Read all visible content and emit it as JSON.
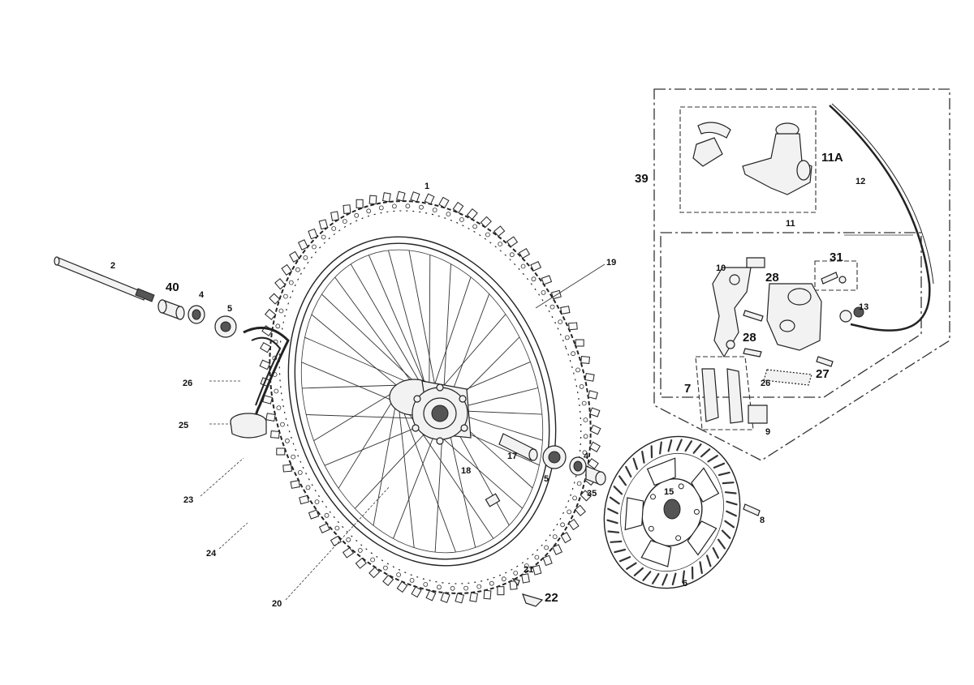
{
  "labels": [
    {
      "id": "l1",
      "text": "1"
    },
    {
      "id": "l2",
      "text": "2"
    },
    {
      "id": "l40",
      "text": "40"
    },
    {
      "id": "l4a",
      "text": "4"
    },
    {
      "id": "l5a",
      "text": "5"
    },
    {
      "id": "l26a",
      "text": "26"
    },
    {
      "id": "l25",
      "text": "25"
    },
    {
      "id": "l23",
      "text": "23"
    },
    {
      "id": "l24",
      "text": "24"
    },
    {
      "id": "l20",
      "text": "20"
    },
    {
      "id": "l18",
      "text": "18"
    },
    {
      "id": "l17",
      "text": "17"
    },
    {
      "id": "l5b",
      "text": "5"
    },
    {
      "id": "l4b",
      "text": "4"
    },
    {
      "id": "l35",
      "text": "35"
    },
    {
      "id": "l19",
      "text": "19"
    },
    {
      "id": "l21",
      "text": "21"
    },
    {
      "id": "l22",
      "text": "22"
    },
    {
      "id": "l15",
      "text": "15"
    },
    {
      "id": "l6",
      "text": "6"
    },
    {
      "id": "l8",
      "text": "8"
    },
    {
      "id": "l39",
      "text": "39"
    },
    {
      "id": "l11A",
      "text": "11A"
    },
    {
      "id": "l12",
      "text": "12"
    },
    {
      "id": "l11",
      "text": "11"
    },
    {
      "id": "l10",
      "text": "10"
    },
    {
      "id": "l28a",
      "text": "28"
    },
    {
      "id": "l31",
      "text": "31"
    },
    {
      "id": "l13",
      "text": "13"
    },
    {
      "id": "l28b",
      "text": "28"
    },
    {
      "id": "l26b",
      "text": "26"
    },
    {
      "id": "l27",
      "text": "27"
    },
    {
      "id": "l7",
      "text": "7"
    },
    {
      "id": "l9",
      "text": "9"
    }
  ]
}
